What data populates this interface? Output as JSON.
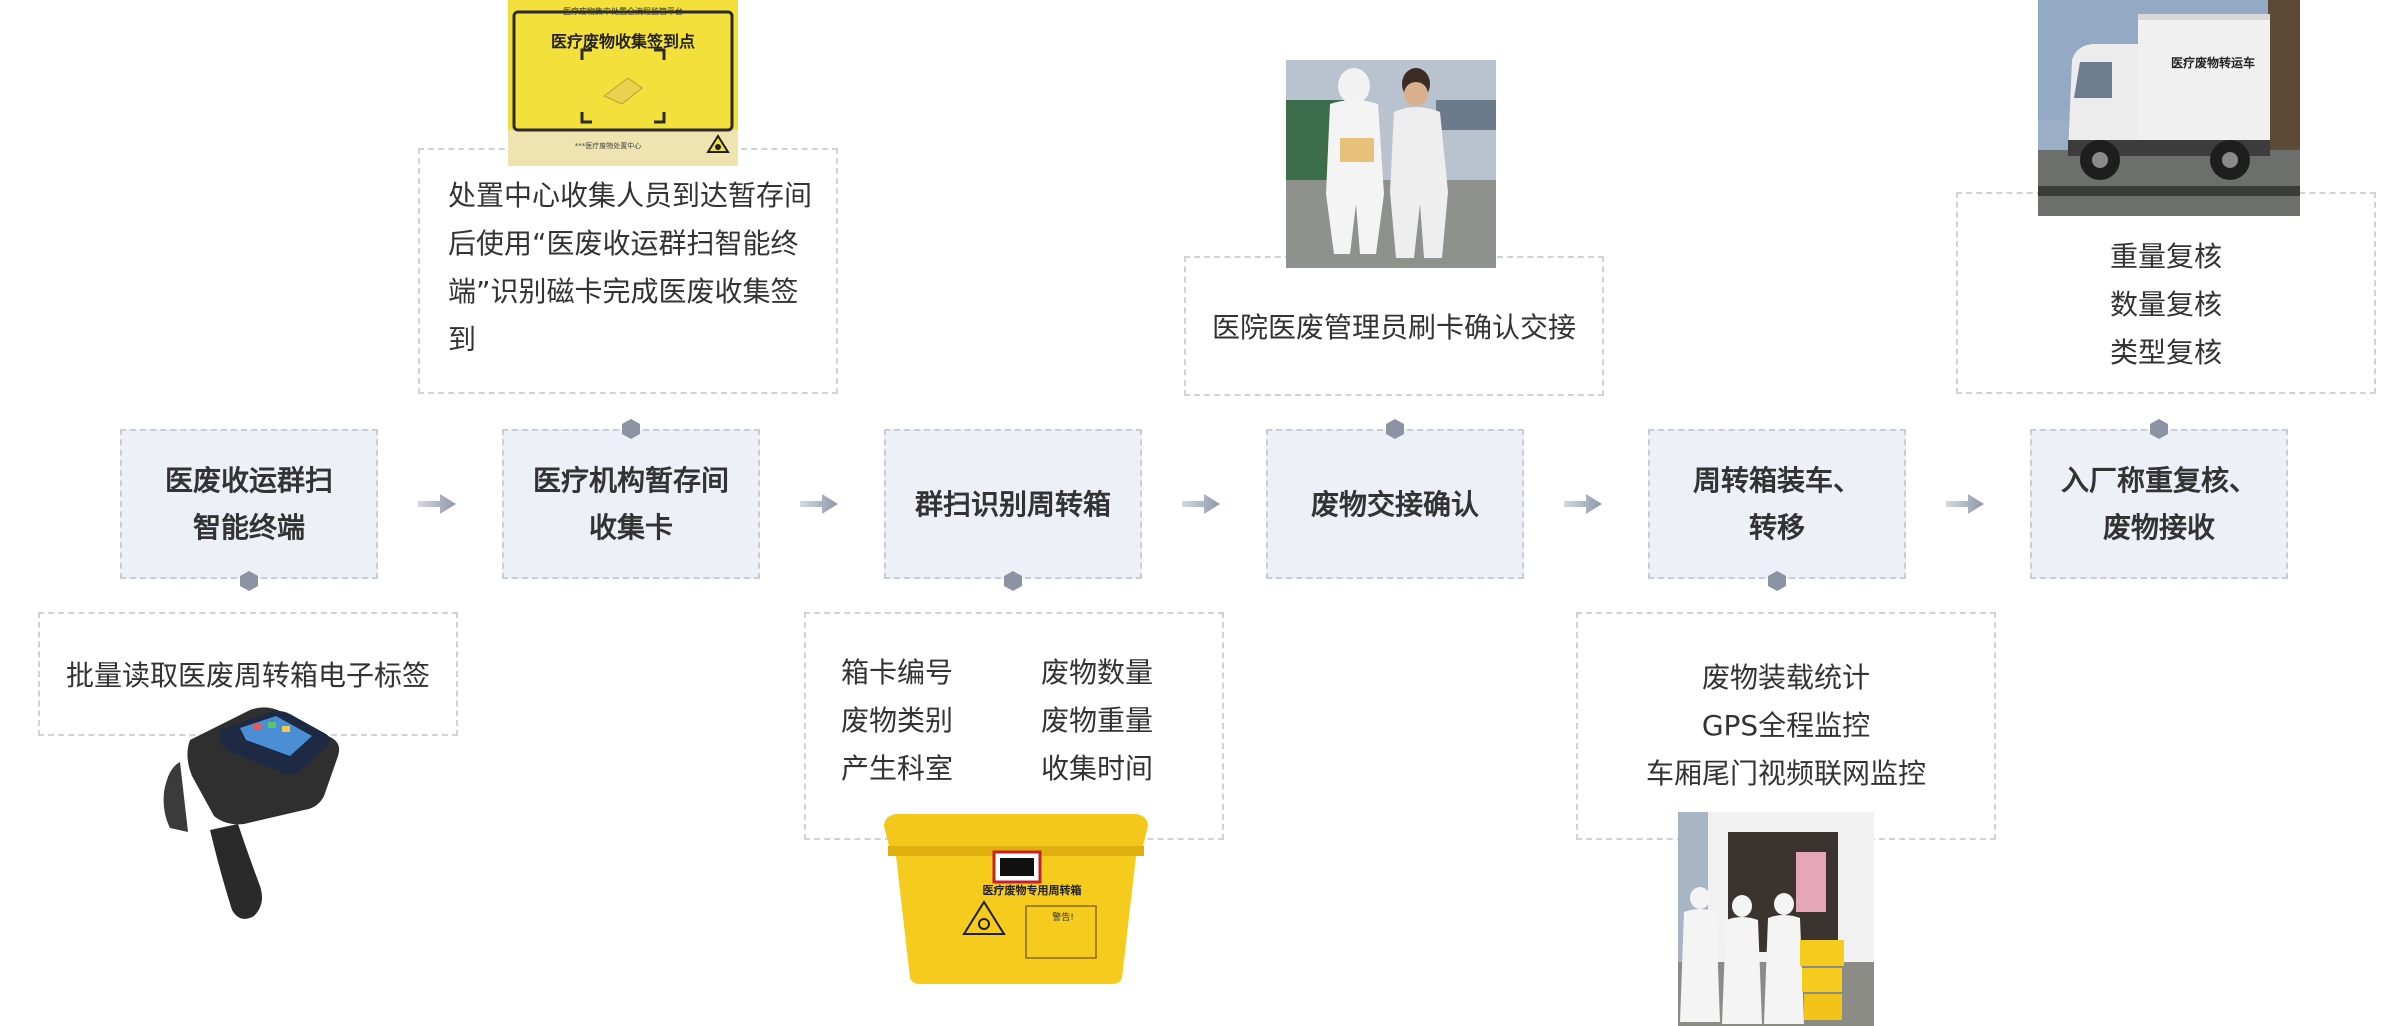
{
  "steps": [
    {
      "label": "医废收运群扫\n智能终端"
    },
    {
      "label": "医疗机构暂存间\n收集卡"
    },
    {
      "label": "群扫识别周转箱"
    },
    {
      "label": "废物交接确认"
    },
    {
      "label": "周转箱装车、\n转移"
    },
    {
      "label": "入厂称重复核、\n废物接收"
    }
  ],
  "notes": {
    "terminal": "批量读取医废周转箱电子标签",
    "collection_card": "处置中心收集人员到达暂存间后使用“医废收运群扫智能终端”识别磁卡完成医废收集签到",
    "box_fields": [
      "箱卡编号",
      "废物数量",
      "废物类别",
      "废物重量",
      "产生科室",
      "收集时间"
    ],
    "handover": "医院医废管理员刷卡确认交接",
    "loading": [
      "废物装载统计",
      "GPS全程监控",
      "车厢尾门视频联网监控"
    ],
    "reweigh": [
      "重量复核",
      "数量复核",
      "类型复核"
    ]
  },
  "images": {
    "sign": {
      "title": "医疗废物收集签到点",
      "small": "医疗废物集中处置全流程监管平台",
      "bottom": "***医疗废物处置中心"
    },
    "bin": {
      "text": "医疗废物专用周转箱",
      "warn": "警告!"
    },
    "truck": {
      "text": "医疗废物转运车"
    }
  },
  "colors": {
    "step_bg": "#edf0f7",
    "border": "#c9cdd5",
    "dot": "#8c93a3",
    "arrow": "#8e96a8",
    "yellow": "#f5d21f"
  }
}
